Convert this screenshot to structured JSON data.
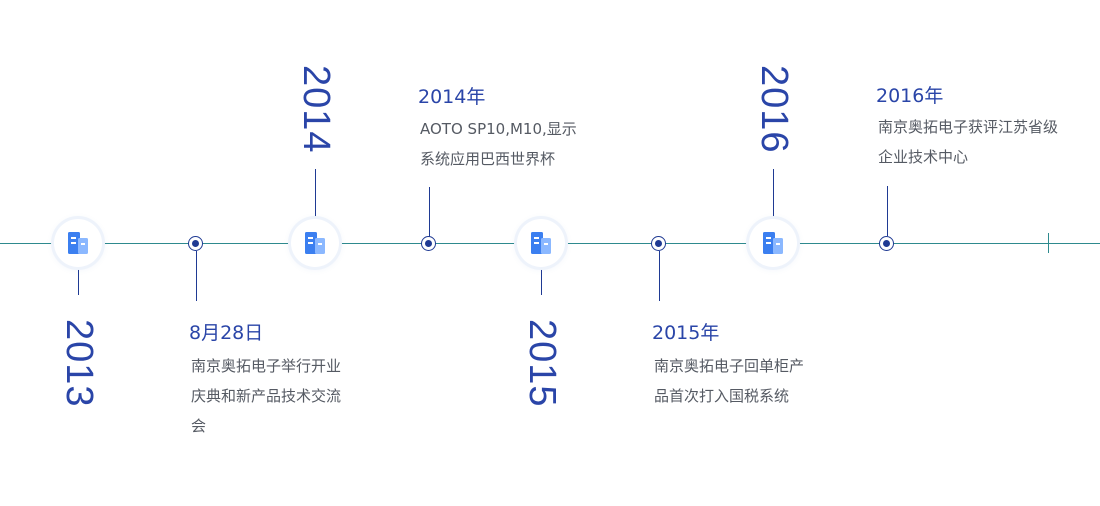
{
  "years": [
    "2013",
    "2014",
    "2015",
    "2016"
  ],
  "events": [
    {
      "date": "8月28日",
      "text": "南京奥拓电子举行开业庆典和新产品技术交流会"
    },
    {
      "date": "2014年",
      "text": "AOTO SP10,M10,显示系统应用巴西世界杯"
    },
    {
      "date": "2015年",
      "text": "南京奥拓电子回单柜产品首次打入国税系统"
    },
    {
      "date": "2016年",
      "text": "南京奥拓电子获评江苏省级企业技术中心"
    }
  ],
  "colors": {
    "primary": "#2a45a8",
    "axis": "#2e8a8e",
    "icon_blue": "#3b7ff0",
    "icon_light": "#8bb8ff",
    "body_text": "#555a63"
  },
  "icons": {
    "year_node": "building-icon",
    "event_node": "dot-marker-icon"
  }
}
